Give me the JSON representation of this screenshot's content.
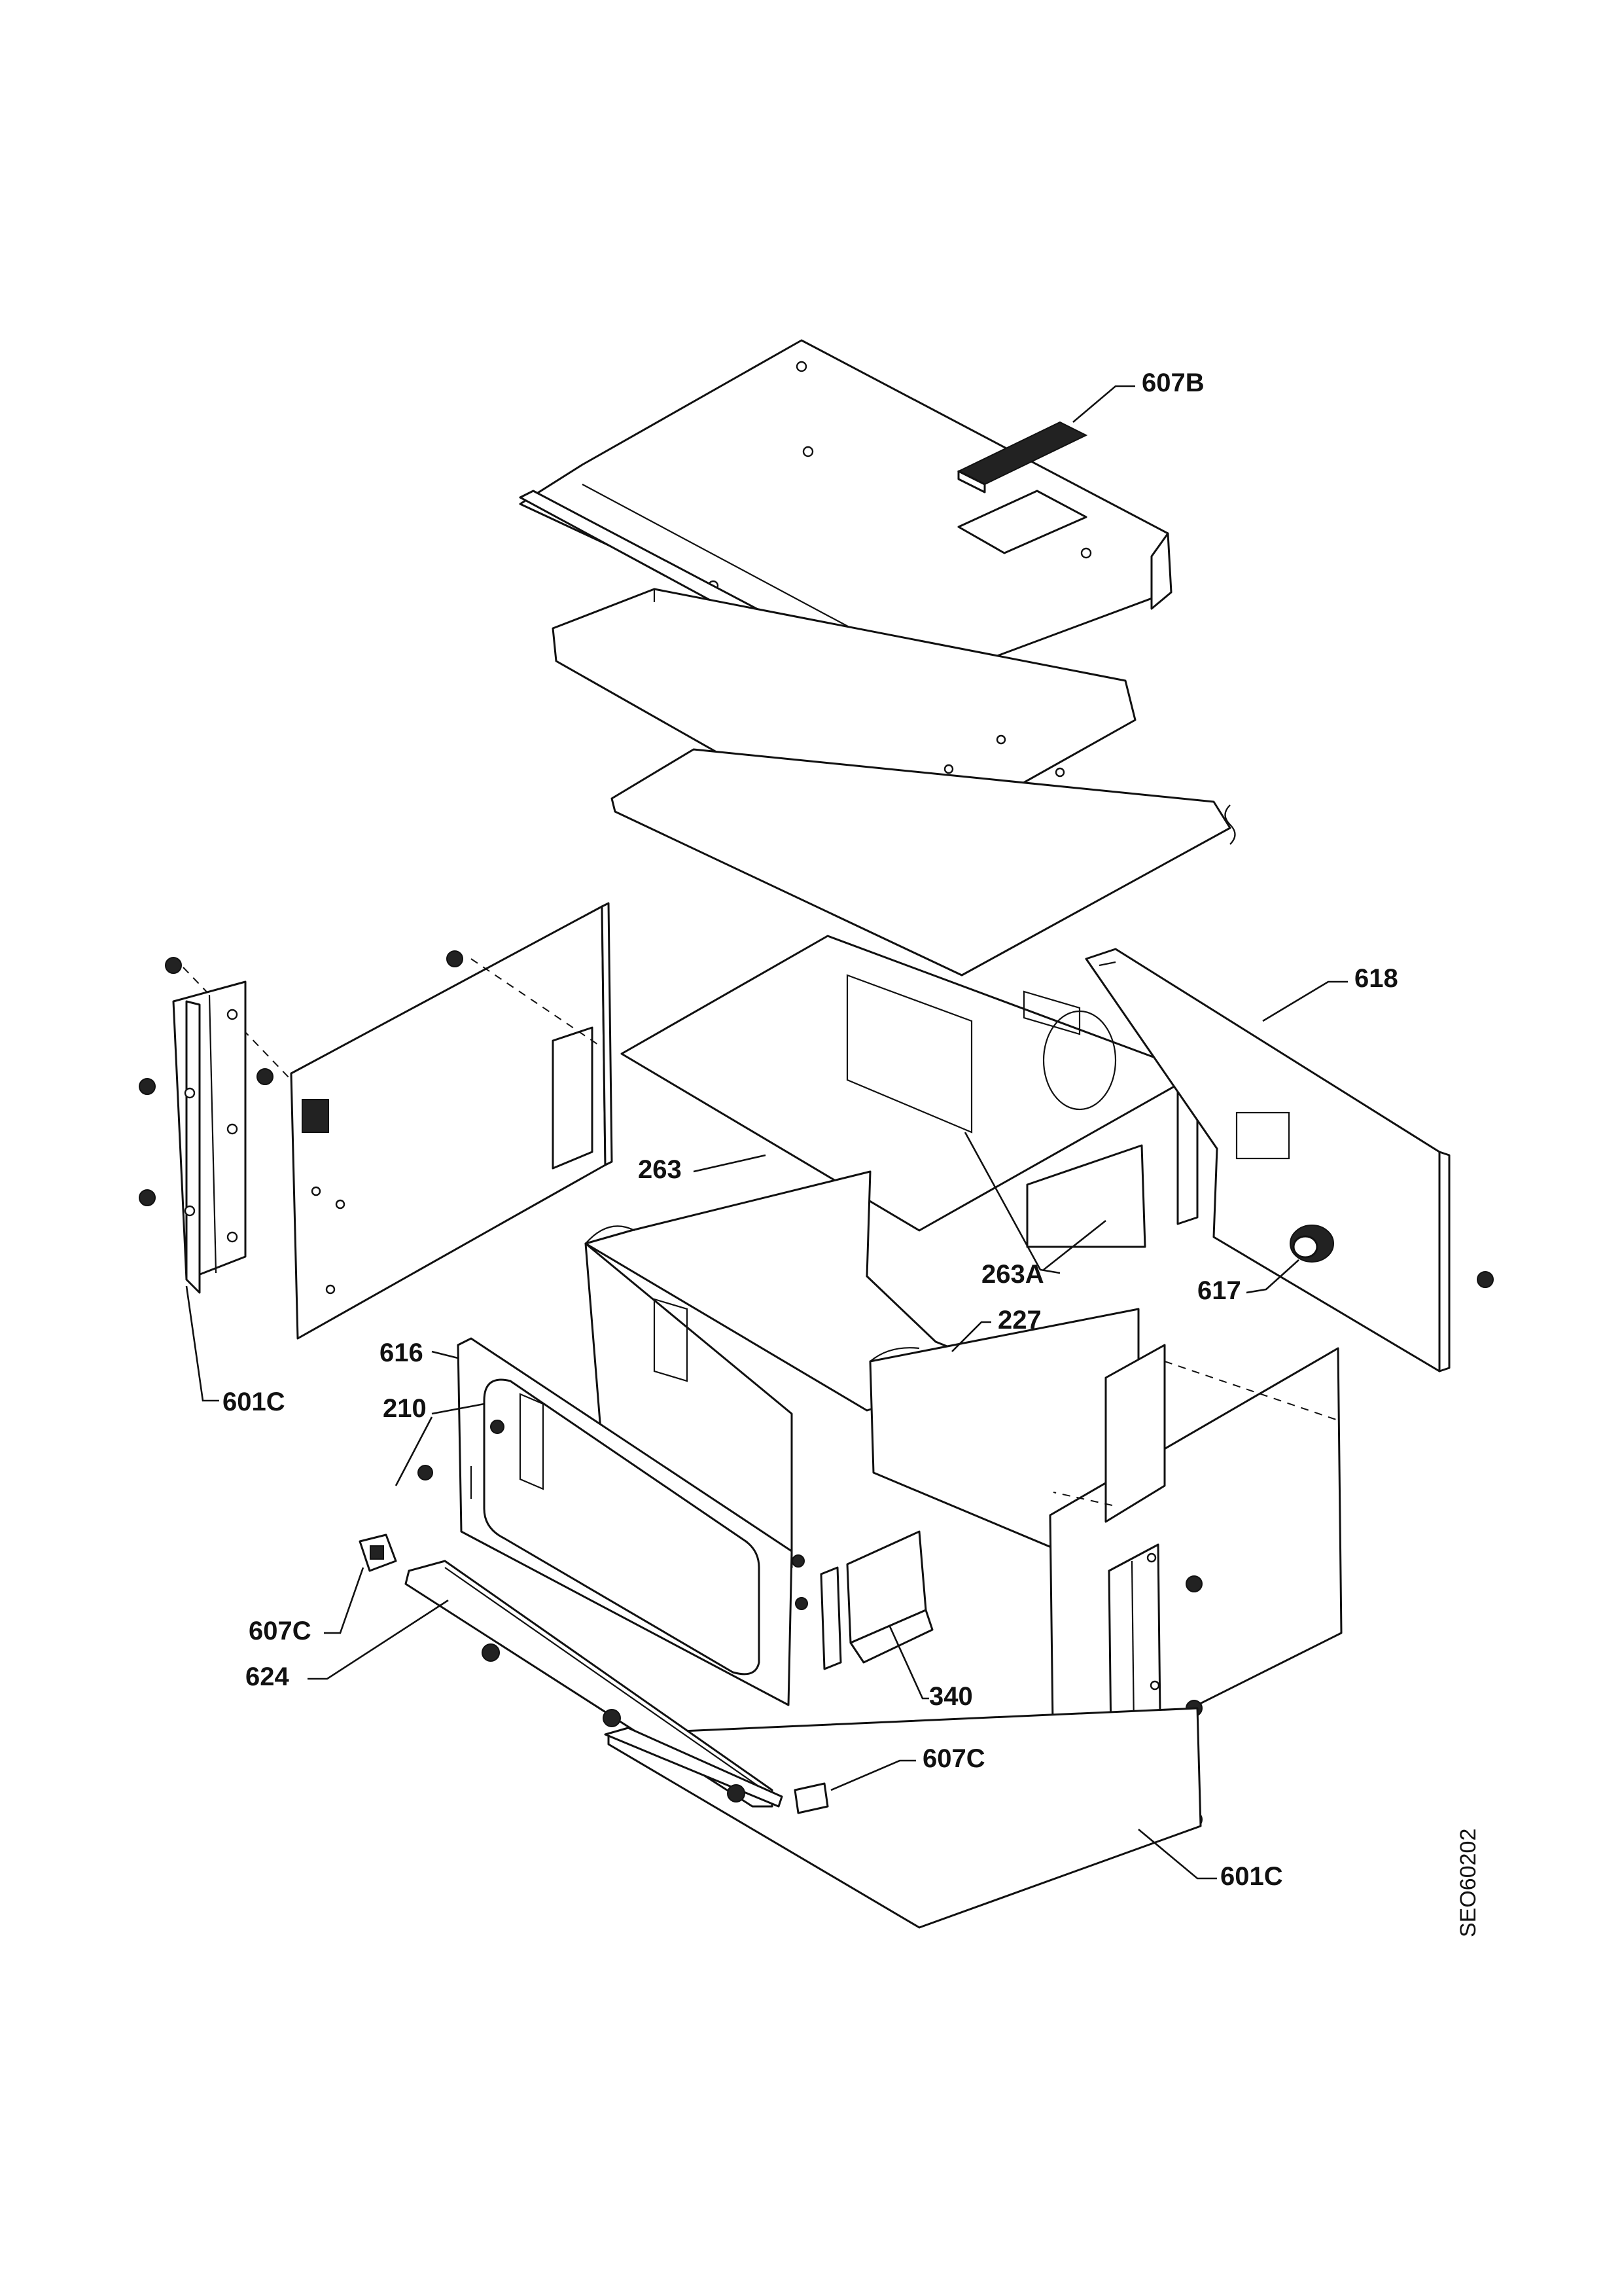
{
  "callouts": {
    "c607b": "607B",
    "c618": "618",
    "c263": "263",
    "c263a": "263A",
    "c227": "227",
    "c617": "617",
    "c601c_left": "601C",
    "c616": "616",
    "c210": "210",
    "c607c_left": "607C",
    "c624": "624",
    "c340": "340",
    "c607c_right": "607C",
    "c601c_right": "601C"
  },
  "drawing_code": "SEO60202"
}
